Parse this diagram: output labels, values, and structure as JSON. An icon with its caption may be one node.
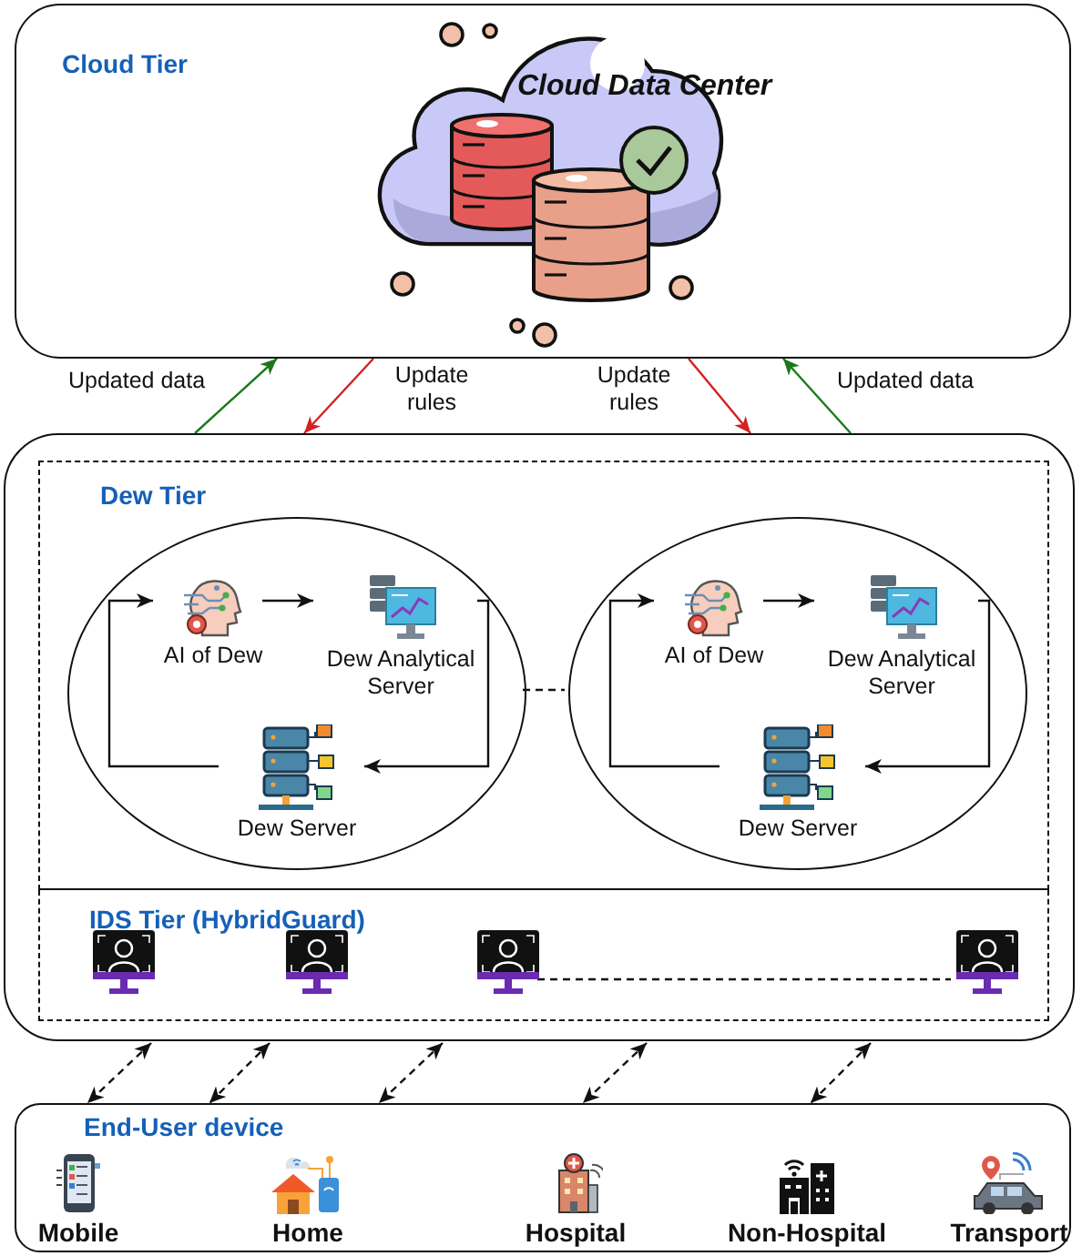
{
  "diagram": {
    "nodes": [
      {
        "text": [
          "Cloud Tier"
        ]
      },
      {
        "text": [
          "Cloud Data Center"
        ],
        "in": 0
      },
      {
        "text": [],
        "shape": "box"
      },
      {
        "text": [
          "Dew Tier"
        ],
        "in": 2
      },
      {
        "text": [],
        "shape": "ellipse",
        "in": 3
      },
      {
        "text": [
          "AI of Dew"
        ],
        "in": 4
      },
      {
        "text": [
          "Dew Analytical Server"
        ],
        "in": 4
      },
      {
        "text": [
          "Dew Server"
        ],
        "in": 4
      },
      {
        "text": [],
        "shape": "ellipse",
        "in": 3
      },
      {
        "text": [
          "AI of Dew"
        ],
        "in": 8
      },
      {
        "text": [
          "Dew Analytical Server"
        ],
        "in": 8
      },
      {
        "text": [
          "Dew Server"
        ],
        "in": 8
      },
      {
        "text": [
          "IDS Tier (HybridGuard)"
        ],
        "in": 2
      },
      {
        "text": [],
        "shape": "monitor",
        "in": 12
      },
      {
        "text": [],
        "shape": "monitor",
        "in": 12
      },
      {
        "text": [],
        "shape": "monitor",
        "in": 12
      },
      {
        "text": [],
        "shape": "monitor",
        "in": 12
      },
      {
        "text": [
          "End-User device"
        ]
      },
      {
        "text": [
          "Mobile"
        ],
        "in": 17
      },
      {
        "text": [
          "Home"
        ],
        "in": 17
      },
      {
        "text": [
          "Hospital"
        ],
        "in": 17
      },
      {
        "text": [
          "Non-Hospital"
        ],
        "in": 17
      },
      {
        "text": [
          "Transport"
        ],
        "in": 17
      }
    ],
    "edges": [
      {
        "from": 2,
        "to": 0,
        "arrow": "to",
        "label": "Updated data",
        "color": "#1a7a1a"
      },
      {
        "from": 0,
        "to": 2,
        "arrow": "to",
        "label": "Update rules",
        "color": "#d42020"
      },
      {
        "from": 0,
        "to": 2,
        "arrow": "to",
        "label": "Update rules",
        "color": "#d42020"
      },
      {
        "from": 2,
        "to": 0,
        "arrow": "to",
        "label": "Updated data",
        "color": "#1a7a1a"
      },
      {
        "from": 5,
        "to": 6,
        "arrow": "to"
      },
      {
        "from": 6,
        "to": 7,
        "arrow": "to"
      },
      {
        "from": 7,
        "to": 5,
        "arrow": "to"
      },
      {
        "from": 9,
        "to": 10,
        "arrow": "to"
      },
      {
        "from": 10,
        "to": 11,
        "arrow": "to"
      },
      {
        "from": 11,
        "to": 9,
        "arrow": "to"
      },
      {
        "from": 4,
        "to": 8,
        "arrow": "none",
        "style": "dashed"
      },
      {
        "from": 15,
        "to": 16,
        "arrow": "none",
        "style": "dashed"
      },
      {
        "from": 2,
        "to": 17,
        "arrow": "both",
        "style": "dashed"
      },
      {
        "from": 2,
        "to": 17,
        "arrow": "both",
        "style": "dashed"
      },
      {
        "from": 2,
        "to": 17,
        "arrow": "both",
        "style": "dashed"
      },
      {
        "from": 2,
        "to": 17,
        "arrow": "both",
        "style": "dashed"
      },
      {
        "from": 2,
        "to": 17,
        "arrow": "both",
        "style": "dashed"
      }
    ]
  }
}
